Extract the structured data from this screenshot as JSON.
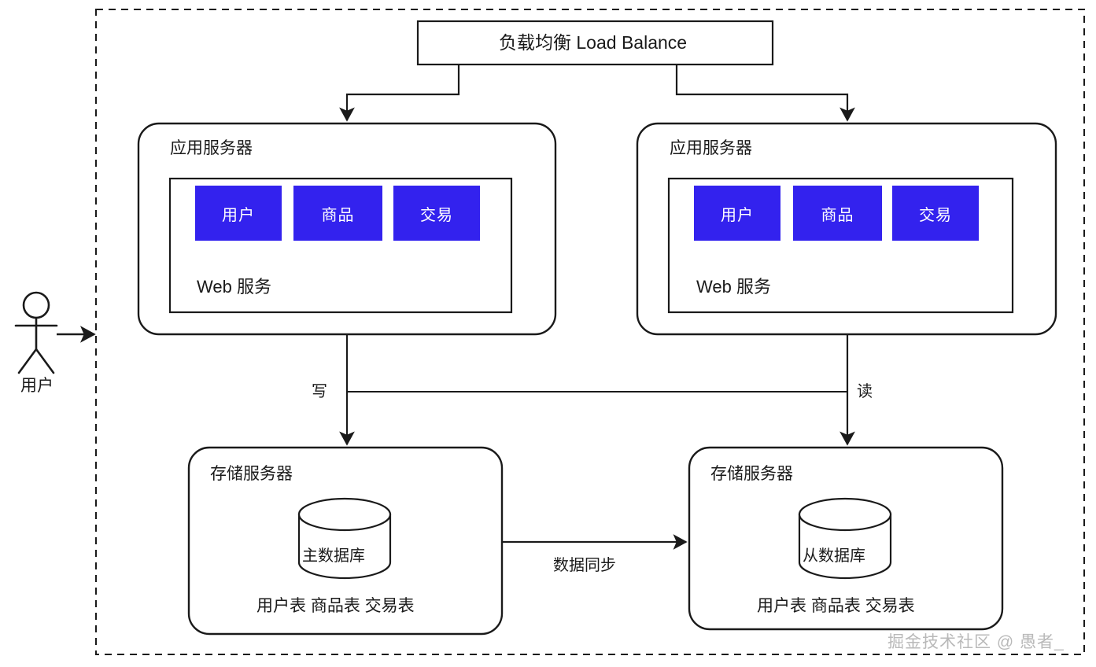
{
  "diagram": {
    "title": "负载均衡 Load Balance",
    "boundary": {
      "style": "dashed"
    },
    "colors": {
      "stroke": "#1a1a1a",
      "module_fill": "#3322ee",
      "module_text": "#ffffff",
      "background": "#ffffff",
      "watermark": "#b9b9b9"
    },
    "actor": {
      "label": "用户",
      "icon": "stick-figure-user"
    },
    "load_balancer": {
      "label": "负载均衡 Load Balance"
    },
    "app_servers": [
      {
        "title": "应用服务器",
        "service_label": "Web 服务",
        "modules": [
          "用户",
          "商品",
          "交易"
        ]
      },
      {
        "title": "应用服务器",
        "service_label": "Web 服务",
        "modules": [
          "用户",
          "商品",
          "交易"
        ]
      }
    ],
    "storage_servers": [
      {
        "title": "存储服务器",
        "database": "主数据库",
        "tables": "用户表 商品表 交易表"
      },
      {
        "title": "存储服务器",
        "database": "从数据库",
        "tables": "用户表 商品表 交易表"
      }
    ],
    "edges": {
      "write": "写",
      "read": "读",
      "sync": "数据同步"
    },
    "watermark": "掘金技术社区 @ 愚者_"
  }
}
